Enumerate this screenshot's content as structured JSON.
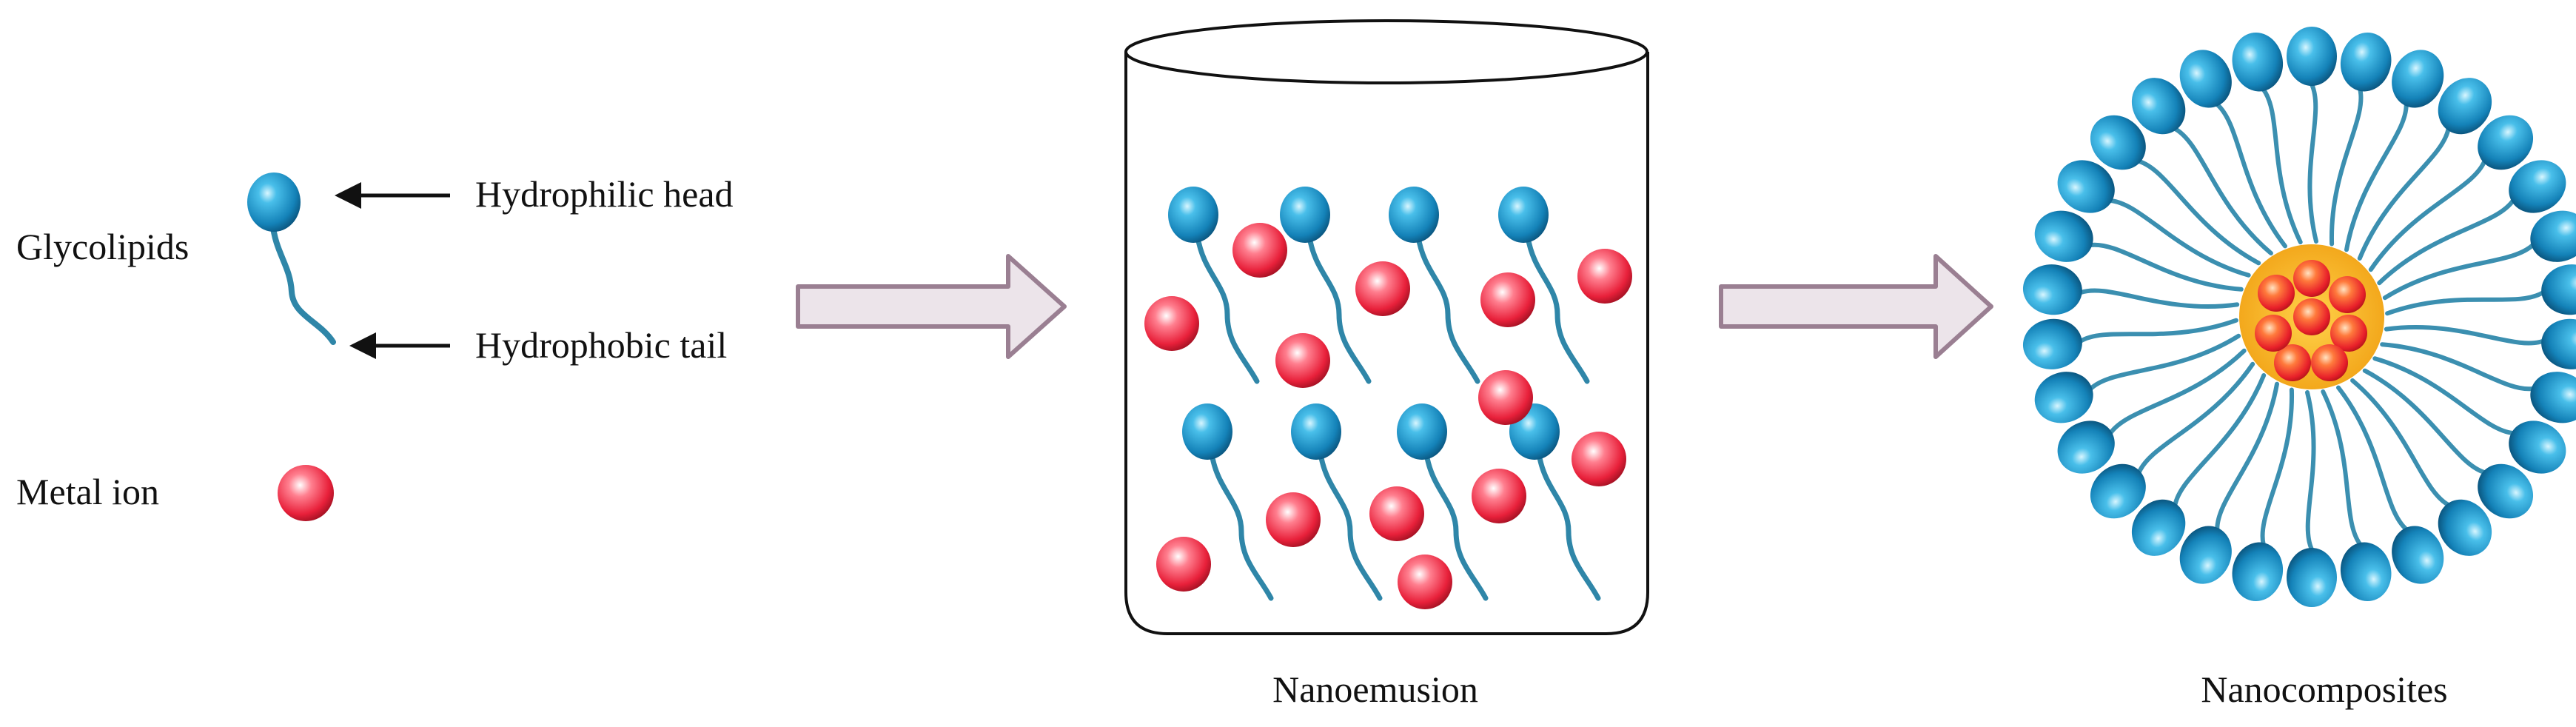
{
  "legend": {
    "glycolipids_label": "Glycolipids",
    "head_label": "Hydrophilic head",
    "tail_label": "Hydrophobic tail",
    "metal_ion_label": "Metal ion"
  },
  "stages": {
    "nanoemulsion_label": "Nanoemusion",
    "nanocomposites_label": "Nanocomposites"
  },
  "colors": {
    "head": "#1f8fc2",
    "head_dark": "#0a4d73",
    "tail": "#3b8fb0",
    "ion": "#e8203a",
    "ion_dark": "#8f0d1c",
    "core": "#f5b826",
    "arrow_fill": "#ece4ea",
    "arrow_stroke": "#9a7f92"
  },
  "icons": {
    "glycolipid": "glycolipid-icon",
    "metal_ion": "metal-ion-icon",
    "arrow": "process-arrow-icon",
    "beaker": "beaker-icon",
    "micelle": "micelle-icon"
  }
}
